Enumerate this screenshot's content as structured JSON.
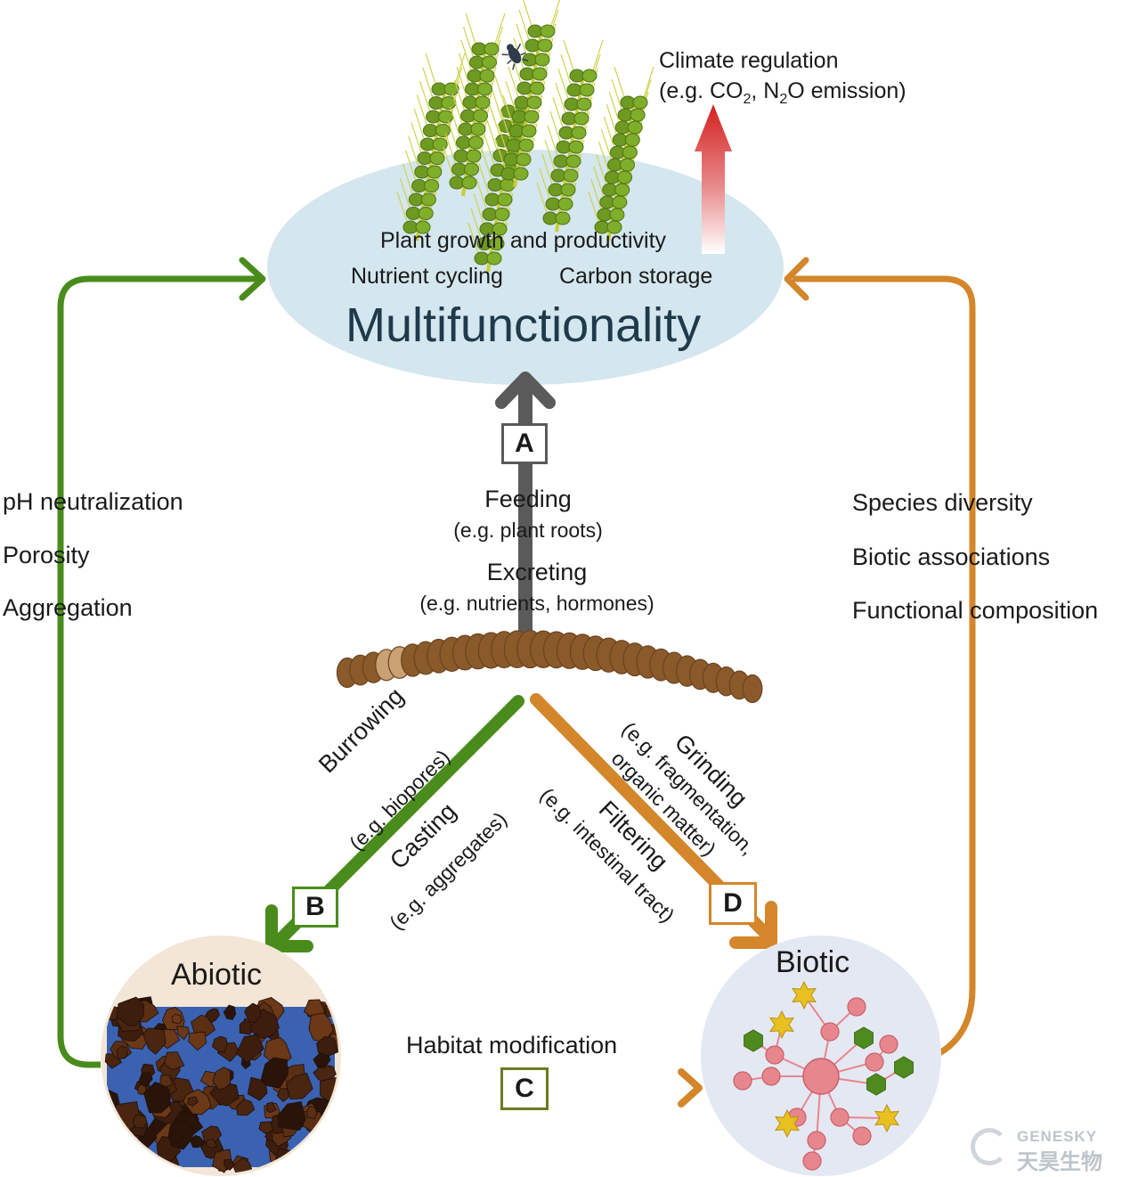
{
  "central": {
    "title": "Multifunctionality",
    "line1": "Plant growth and productivity",
    "nutrient": "Nutrient cycling",
    "carbon": "Carbon storage"
  },
  "climate": {
    "line1": "Climate regulation",
    "line2_a": "(e.g. CO",
    "line2_sub1": "2",
    "line2_b": ", N",
    "line2_sub2": "2",
    "line2_c": "O emission)"
  },
  "left_factors": [
    "pH neutralization",
    "Porosity",
    "Aggregation"
  ],
  "right_factors": [
    "Species diversity",
    "Biotic associations",
    "Functional composition"
  ],
  "pathway_a": {
    "box": "A",
    "feeding": "Feeding",
    "feeding_eg": "(e.g. plant roots)",
    "excreting": "Excreting",
    "excreting_eg": "(e.g. nutrients, hormones)"
  },
  "pathway_b": {
    "box": "B",
    "burrowing": "Burrowing",
    "burrowing_eg": "(e.g. biopores)",
    "casting": "Casting",
    "casting_eg": "(e.g. aggregates)"
  },
  "pathway_c": {
    "box": "C",
    "label": "Habitat modification"
  },
  "pathway_d": {
    "box": "D",
    "grinding": "Grinding",
    "grinding_eg1": "(e.g. fragmentation,",
    "grinding_eg2": "organic matter)",
    "filtering": "Filtering",
    "filtering_eg": "(e.g. intestinal tract)"
  },
  "abiotic": {
    "label": "Abiotic"
  },
  "biotic": {
    "label": "Biotic"
  },
  "watermark": {
    "latin": "GENESKY",
    "chinese": "天昊生物"
  },
  "colors": {
    "green": "#4a8c1c",
    "orange": "#d4862a",
    "gray": "#5a5a5a",
    "ellipse": "#d4e6ee",
    "red_arrow": "#d42020",
    "worm": "#8a5a2a",
    "abiotic_bg": "#f3e6d6",
    "biotic_bg": "#e4e8f2",
    "node_pink": "#e8868e",
    "node_green": "#4e8a1e",
    "node_star": "#e8c020"
  }
}
